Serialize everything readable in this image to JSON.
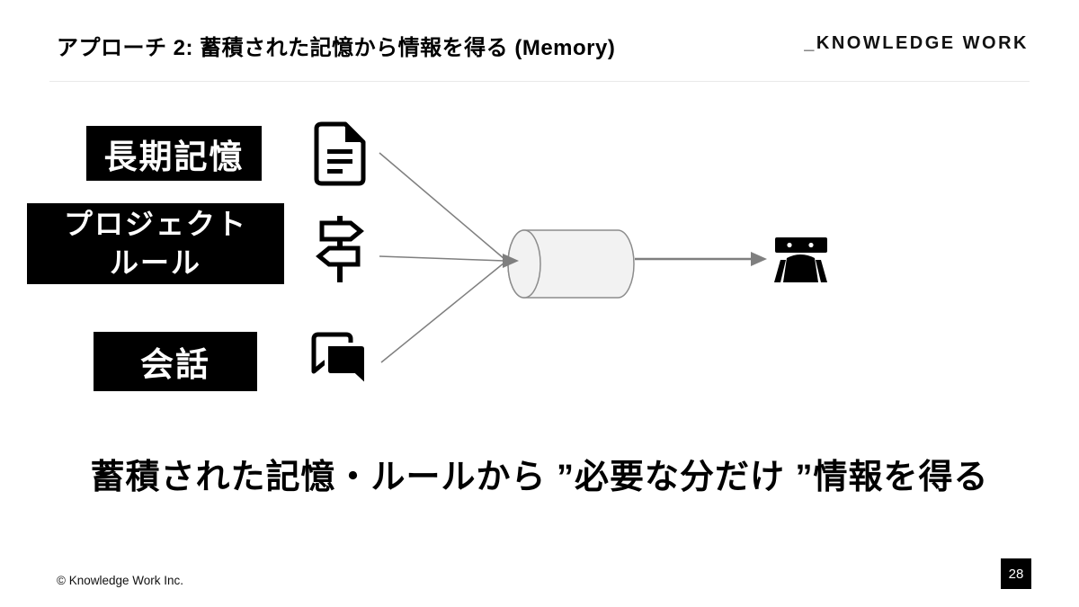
{
  "header": {
    "title": "アプローチ 2: 蓄積された記憶から情報を得る  (Memory)",
    "logo": "_KNOWLEDGE WORK"
  },
  "diagram": {
    "sources": [
      {
        "label": "長期記憶",
        "icon": "document-icon"
      },
      {
        "label": "プロジェクト\nルール",
        "icon": "signpost-icon"
      },
      {
        "label": "会話",
        "icon": "chat-icon"
      }
    ],
    "store_shape": "cylinder",
    "agent_icon": "robot-icon"
  },
  "message": "蓄積された記憶・ルールから ”必要な分だけ ”情報を得る",
  "footer": {
    "copyright": "© Knowledge Work Inc.",
    "page_number": "28"
  },
  "colors": {
    "label_bg": "#000000",
    "label_text": "#ffffff",
    "arrow": "#7f7f7f",
    "cylinder_fill": "#f2f2f2",
    "cylinder_stroke": "#8c8c8c",
    "divider": "#e9e9e9"
  }
}
